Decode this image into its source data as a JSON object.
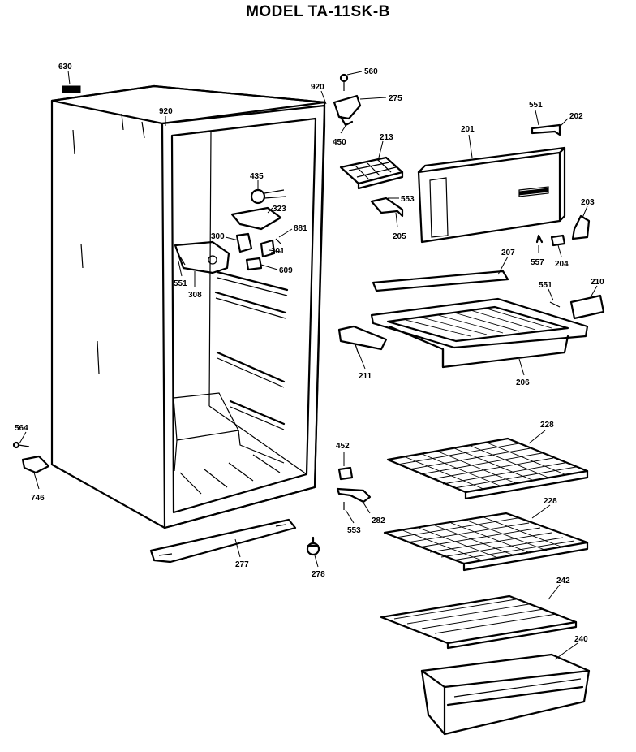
{
  "title": "MODEL TA-11SK-B",
  "part_labels": {
    "p630": "630",
    "p920a": "920",
    "p920b": "920",
    "p560": "560",
    "p275": "275",
    "p450": "450",
    "p213": "213",
    "p201": "201",
    "p551a": "551",
    "p202": "202",
    "p435": "435",
    "p323": "323",
    "p881": "881",
    "p300": "300",
    "p301": "301",
    "p609": "609",
    "p551b": "551",
    "p308": "308",
    "p553a": "553",
    "p205": "205",
    "p203": "203",
    "p557": "557",
    "p204": "204",
    "p207": "207",
    "p551c": "551",
    "p210": "210",
    "p211": "211",
    "p206": "206",
    "p228a": "228",
    "p228b": "228",
    "p564": "564",
    "p746": "746",
    "p452": "452",
    "p282": "282",
    "p553b": "553",
    "p277": "277",
    "p278": "278",
    "p242": "242",
    "p240": "240"
  }
}
